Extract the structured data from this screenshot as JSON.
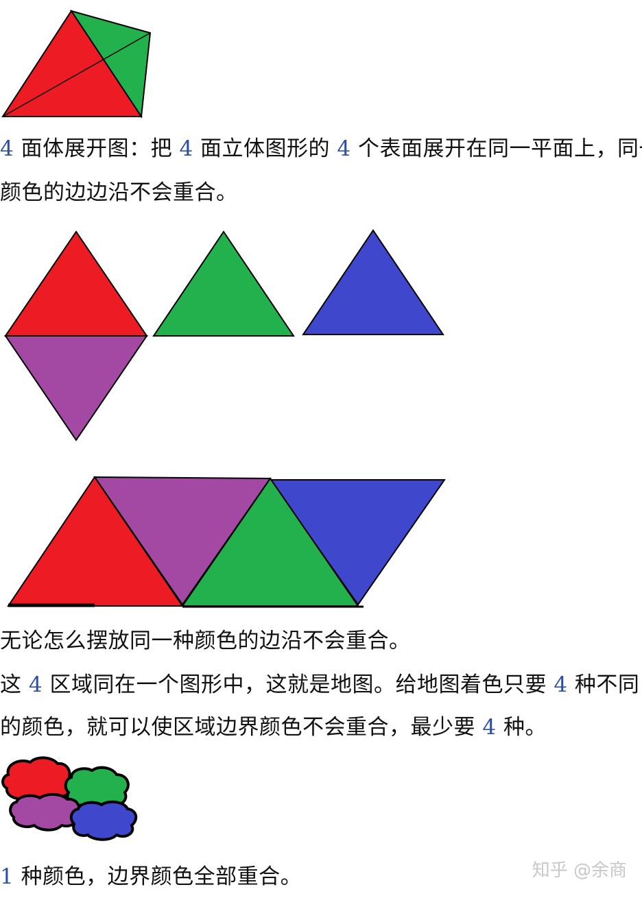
{
  "para1": {
    "line1": [
      "4",
      " 面体展开图：把 ",
      "4",
      " 面立体图形的 ",
      "4",
      " 个表面展开在同一平面上，同一"
    ],
    "line2": "颜色的边边沿不会重合。"
  },
  "para2": "无论怎么摆放同一种颜色的边沿不会重合。",
  "para3": {
    "line1": [
      "这 ",
      "4",
      " 区域同在一个图形中，这就是地图。给地图着色只要 ",
      "4",
      " 种不同"
    ],
    "line2": [
      "的颜色，就可以使区域边界颜色不会重合，最少要 ",
      "4",
      " 种。"
    ]
  },
  "para4": [
    "1",
    " 种颜色，边界颜色全部重合。"
  ],
  "watermark": "知乎 @余商",
  "colors": {
    "red": "#ed1c24",
    "green": "#22b14c",
    "blue": "#3f48cc",
    "purple": "#a349a4"
  }
}
